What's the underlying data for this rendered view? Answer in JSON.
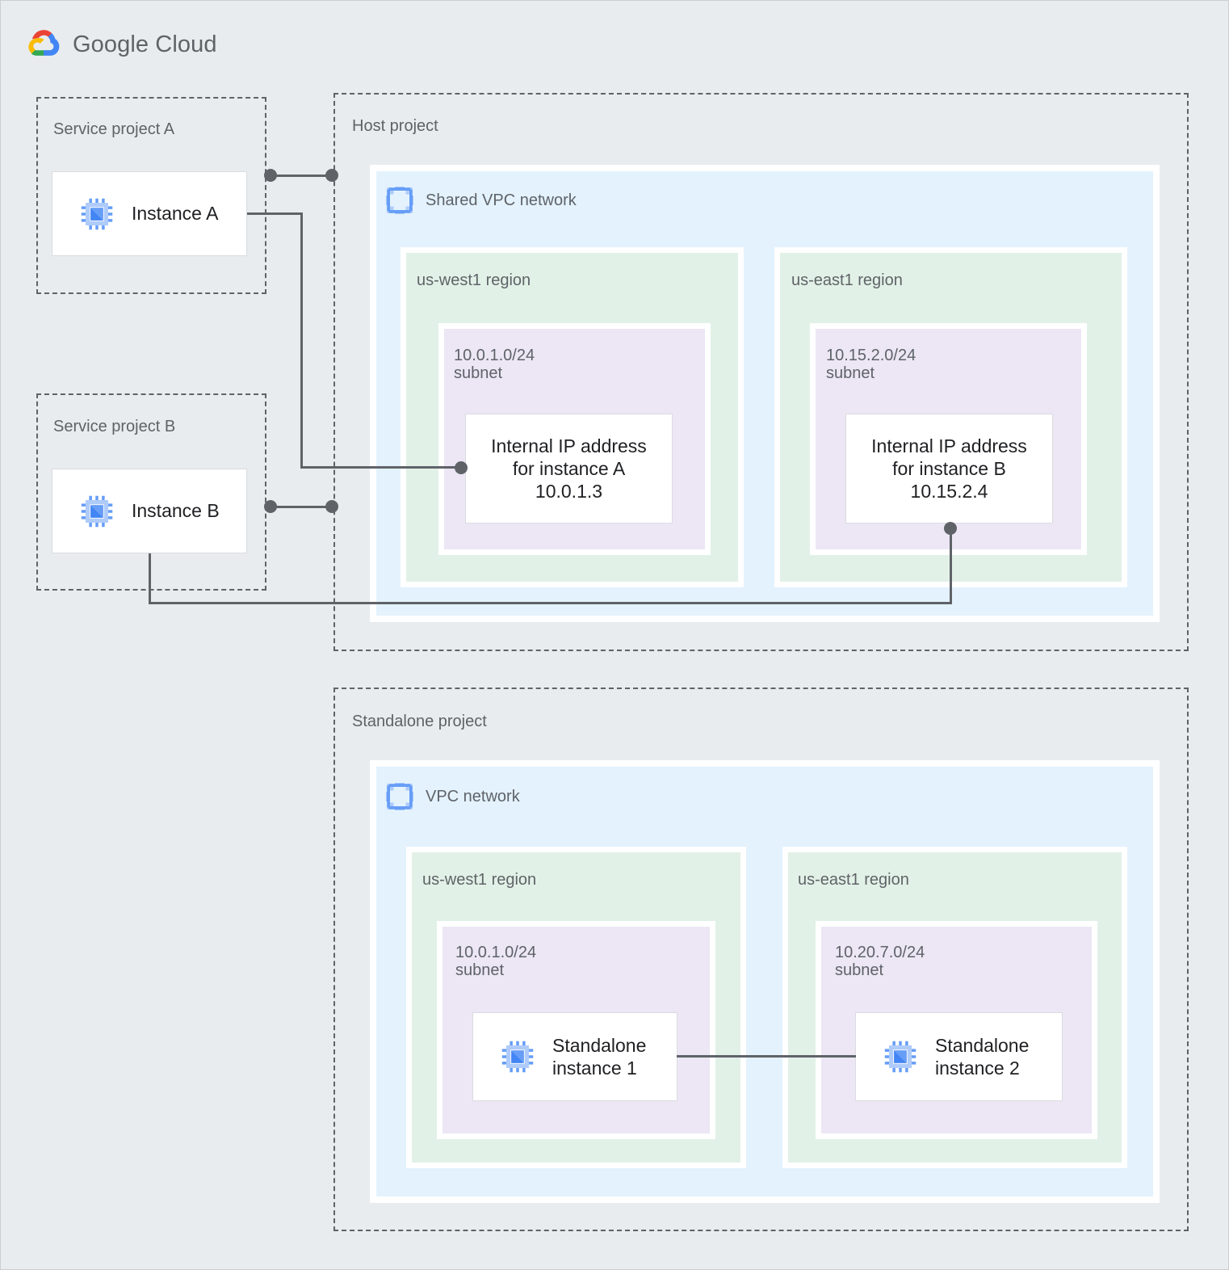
{
  "brand": {
    "logo_icon": "google-cloud-logo-icon",
    "name_bold": "Google",
    "name_light": "Cloud",
    "full_name": "Google Cloud"
  },
  "colors": {
    "page_background": "#e8ecee",
    "vpc_network": "#e3f2fd",
    "region": "#e2f1e7",
    "subnet": "#ece6f5",
    "node_card": "#ffffff",
    "connector": "#5f6368",
    "label_text": "#5f6368",
    "node_text": "#202124",
    "icon_blue": "#669df6",
    "icon_blue_light": "#aecbfa"
  },
  "service_project_a": {
    "label": "Service project A",
    "instance": {
      "icon": "compute-instance-icon",
      "label": "Instance A"
    }
  },
  "service_project_b": {
    "label": "Service project B",
    "instance": {
      "icon": "compute-instance-icon",
      "label": "Instance B"
    }
  },
  "host_project": {
    "label": "Host project",
    "network": {
      "icon": "vpc-network-icon",
      "title": "Shared VPC network",
      "regions": [
        {
          "label": "us-west1 region",
          "subnet": {
            "cidr": "10.0.1.0/24",
            "kind": "subnet",
            "text": "10.0.1.0/24\nsubnet"
          },
          "node": {
            "text": "Internal IP address\nfor instance A\n10.0.1.3",
            "ip": "10.0.1.3",
            "title": "Internal IP address for instance A"
          }
        },
        {
          "label": "us-east1 region",
          "subnet": {
            "cidr": "10.15.2.0/24",
            "kind": "subnet",
            "text": "10.15.2.0/24\nsubnet"
          },
          "node": {
            "text": "Internal IP address\nfor instance B\n10.15.2.4",
            "ip": "10.15.2.4",
            "title": "Internal IP address for instance B"
          }
        }
      ]
    }
  },
  "standalone_project": {
    "label": "Standalone project",
    "network": {
      "icon": "vpc-network-icon",
      "title": "VPC network",
      "regions": [
        {
          "label": "us-west1 region",
          "subnet": {
            "cidr": "10.0.1.0/24",
            "kind": "subnet",
            "text": "10.0.1.0/24\nsubnet"
          },
          "node": {
            "icon": "compute-instance-icon",
            "text": "Standalone\ninstance 1"
          }
        },
        {
          "label": "us-east1 region",
          "subnet": {
            "cidr": "10.20.7.0/24",
            "kind": "subnet",
            "text": "10.20.7.0/24\nsubnet"
          },
          "node": {
            "icon": "compute-instance-icon",
            "text": "Standalone\ninstance 2"
          }
        }
      ]
    }
  }
}
